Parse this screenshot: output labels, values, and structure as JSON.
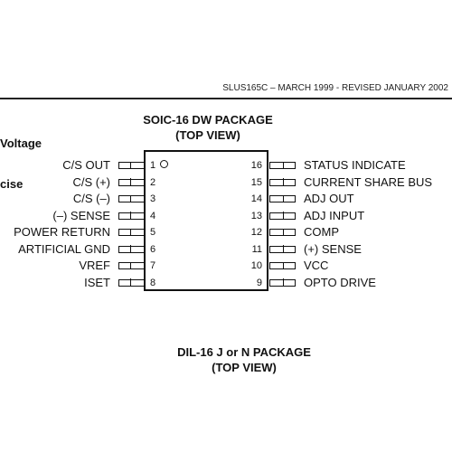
{
  "header": {
    "doc_id": "SLUS165C – MARCH 1999 - REVISED JANUARY 2002"
  },
  "fragments": {
    "left_top": "Voltage",
    "left_mid": "cise"
  },
  "soic_package": {
    "title": "SOIC-16 DW PACKAGE",
    "subtitle": "(TOP VIEW)",
    "left_pins": [
      {
        "num": "1",
        "label": "C/S OUT"
      },
      {
        "num": "2",
        "label": "C/S  (+)"
      },
      {
        "num": "3",
        "label": "C/S  (–)"
      },
      {
        "num": "4",
        "label": "(–) SENSE"
      },
      {
        "num": "5",
        "label": "POWER RETURN"
      },
      {
        "num": "6",
        "label": "ARTIFICIAL GND"
      },
      {
        "num": "7",
        "label": "VREF"
      },
      {
        "num": "8",
        "label": "ISET"
      }
    ],
    "right_pins": [
      {
        "num": "16",
        "label": "STATUS INDICATE"
      },
      {
        "num": "15",
        "label": "CURRENT SHARE BUS"
      },
      {
        "num": "14",
        "label": "ADJ OUT"
      },
      {
        "num": "13",
        "label": "ADJ INPUT"
      },
      {
        "num": "12",
        "label": "COMP"
      },
      {
        "num": "11",
        "label": "(+) SENSE"
      },
      {
        "num": "10",
        "label": "VCC"
      },
      {
        "num": "9",
        "label": "OPTO DRIVE"
      }
    ]
  },
  "dil_package": {
    "title": "DIL-16 J or N PACKAGE",
    "subtitle": "(TOP VIEW)"
  }
}
